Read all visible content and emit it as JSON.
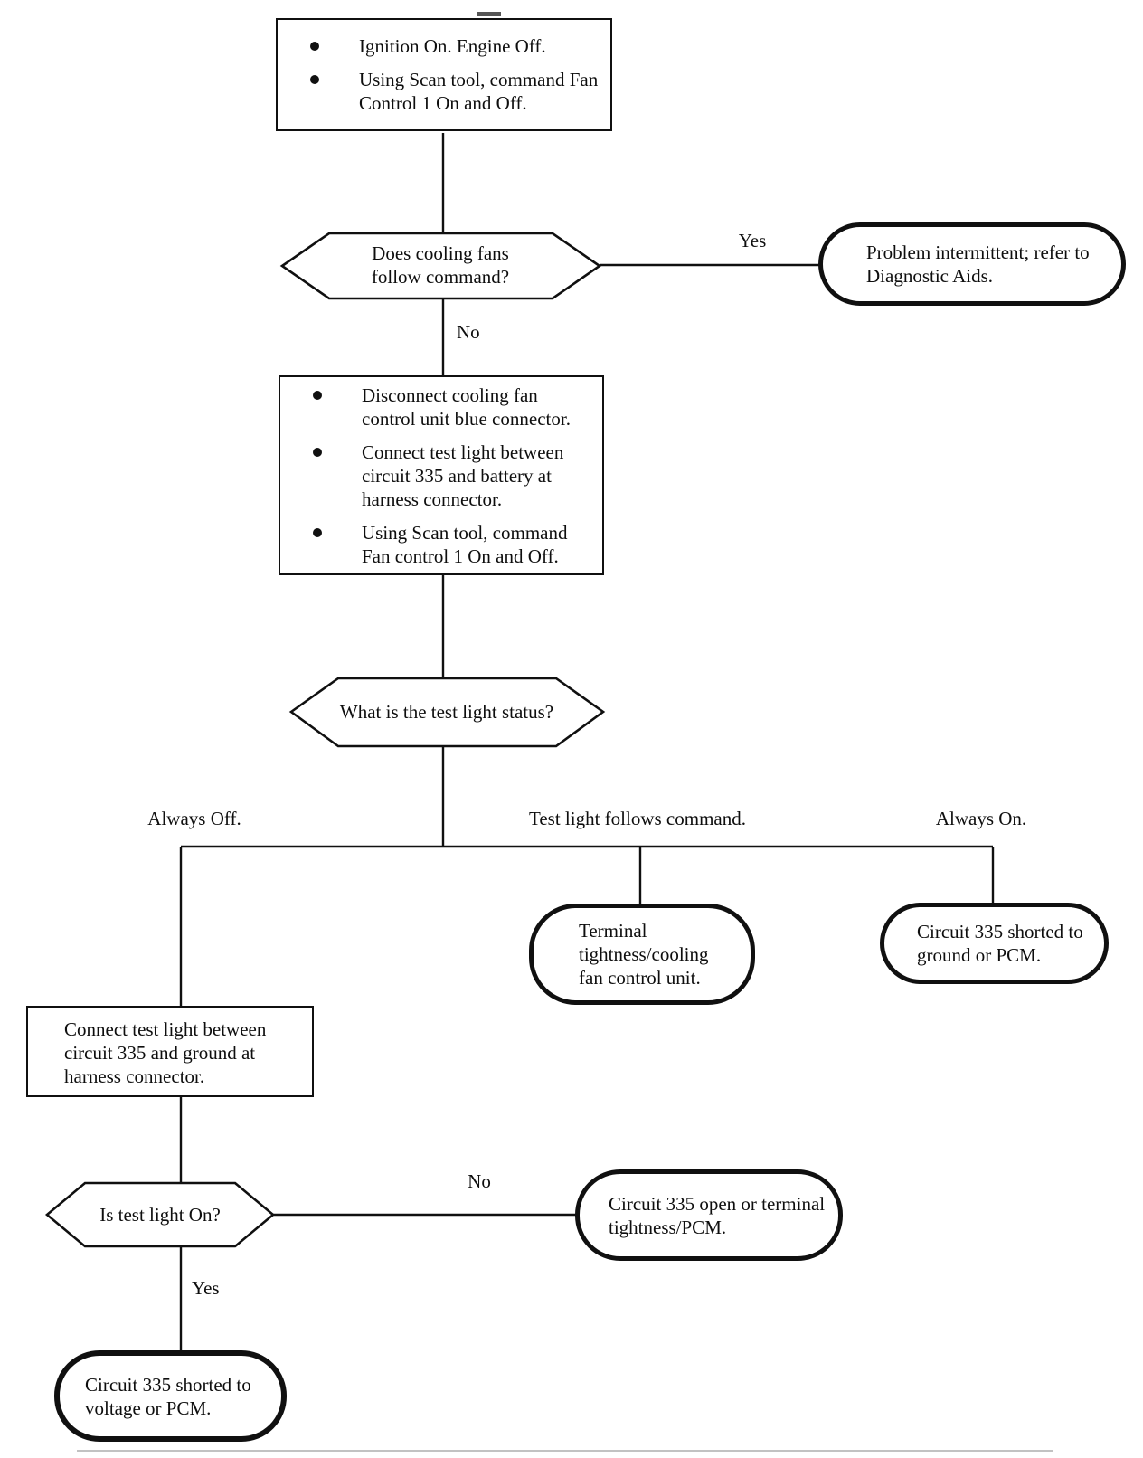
{
  "page": {
    "background_color": "#ffffff",
    "ink_color": "#0e0e0e"
  },
  "flow": {
    "start": {
      "items": [
        "Ignition On. Engine Off.",
        "Using Scan tool, command Fan Control 1 On and Off."
      ]
    },
    "decision_fans": {
      "question": "Does cooling fans follow command?",
      "yes_label": "Yes",
      "no_label": "No"
    },
    "terminal_intermittent": "Problem intermittent; refer to Diagnostic Aids.",
    "process_test_light": {
      "items": [
        "Disconnect cooling fan control unit blue connector.",
        "Connect test light between circuit 335 and battery at harness connector.",
        "Using Scan tool, command Fan control 1 On and Off."
      ]
    },
    "decision_status": {
      "question": "What is the test light status?",
      "branches": {
        "always_off": "Always Off.",
        "follows": "Test light follows command.",
        "always_on": "Always On."
      }
    },
    "terminal_tightness": "Terminal tightness/cooling fan control unit.",
    "terminal_ground": "Circuit 335 shorted to ground or PCM.",
    "process_ground": "Connect test light between circuit 335 and ground at harness connector.",
    "decision_light_on": {
      "question": "Is test light On?",
      "no_label": "No",
      "yes_label": "Yes"
    },
    "terminal_open": "Circuit 335 open or terminal tightness/PCM.",
    "terminal_voltage": "Circuit 335 shorted to voltage or PCM."
  }
}
